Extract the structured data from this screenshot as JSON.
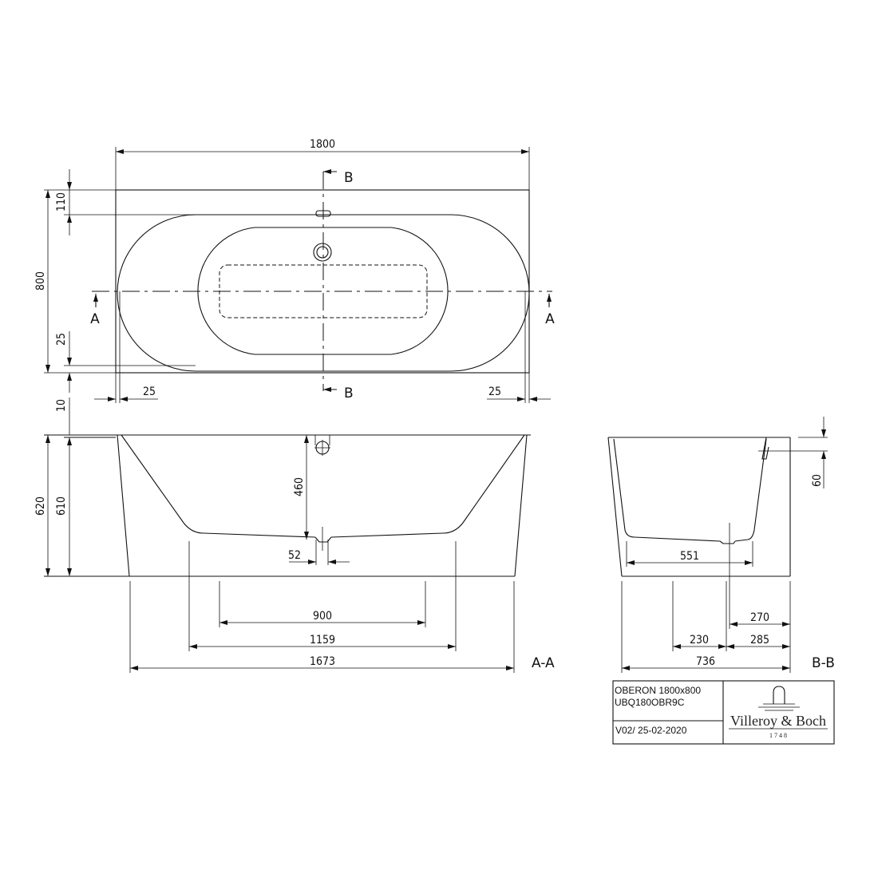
{
  "drawing": {
    "plan_view": {
      "dimensions": {
        "overall_length": "1800",
        "overall_width": "800",
        "rim_top": "110",
        "rim_bottom": "25",
        "offset_bottom": "10",
        "rim_left": "25",
        "rim_right": "25"
      },
      "section_marks": {
        "a": "A",
        "b": "B"
      }
    },
    "section_a": {
      "title": "A-A",
      "dimensions": {
        "height_total": "620",
        "height_rim": "610",
        "overflow_depth": "460",
        "drain_width": "52",
        "feet_inner": "900",
        "feet_outer": "1159",
        "base_length": "1673"
      }
    },
    "section_b": {
      "title": "B-B",
      "dimensions": {
        "overflow_height": "60",
        "bottom_width": "551",
        "drain_right": "270",
        "foot_right": "285",
        "foot_mid": "230",
        "base_width": "736"
      }
    }
  },
  "title_block": {
    "product": "OBERON 1800x800",
    "code": "UBQ180OBR9C",
    "version": "V02/ 25-02-2020",
    "brand": "Villeroy & Boch",
    "brand_year": "1748"
  }
}
